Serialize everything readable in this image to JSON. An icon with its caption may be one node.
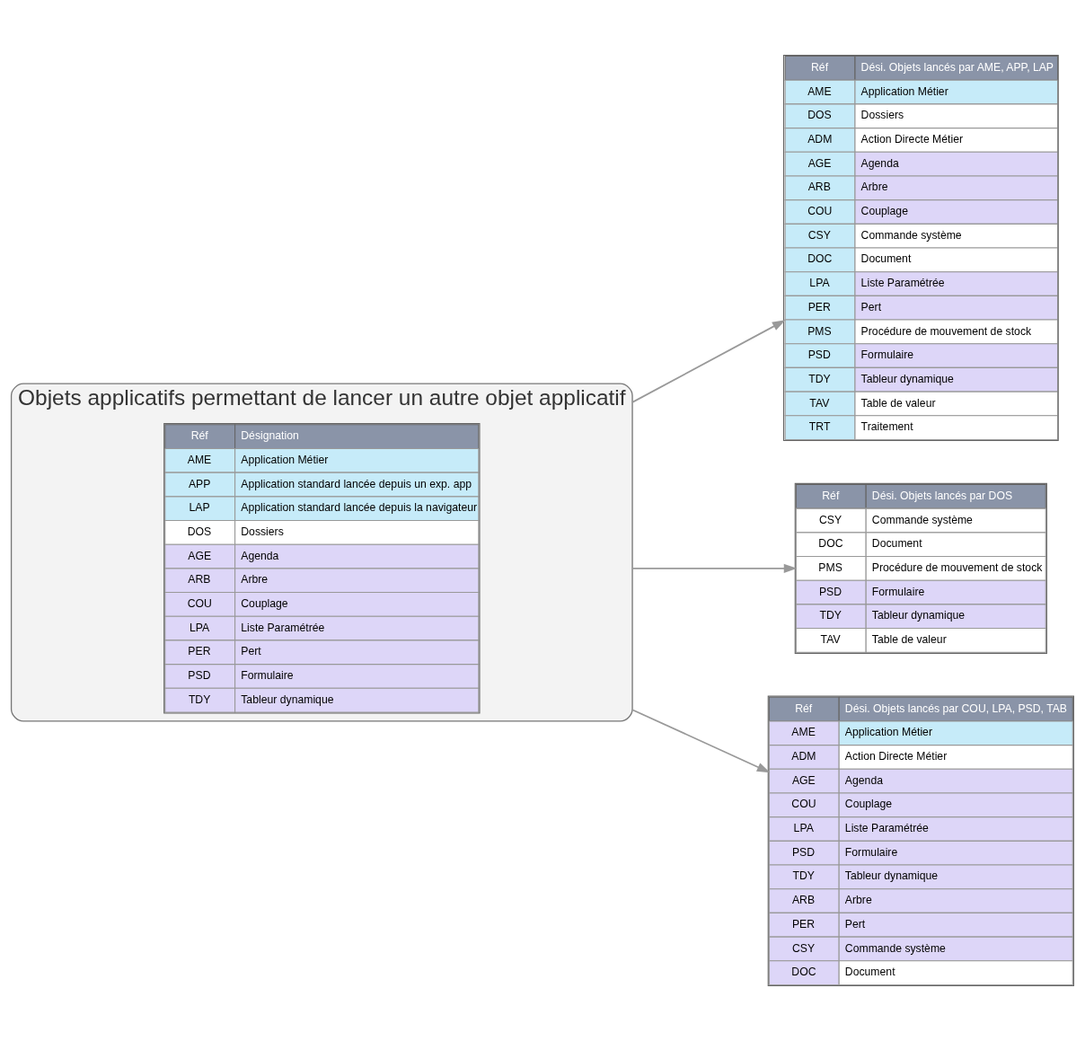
{
  "diagram": {
    "nodes": [
      {
        "text": [
          "Objets applicatifs permettant de lancer un autre objet applicatif"
        ]
      },
      {
        "text": [
          "Réf",
          "Désignation",
          "AME",
          "Application Métier",
          "APP",
          "Application standard lancée depuis un exp. app",
          "LAP",
          "Application standard lancée depuis la navigateur",
          "DOS",
          "Dossiers",
          "AGE",
          "Agenda",
          "ARB",
          "Arbre",
          "COU",
          "Couplage",
          "LPA",
          "Liste Paramétrée",
          "PER",
          "Pert",
          "PSD",
          "Formulaire",
          "TDY",
          "Tableur dynamique"
        ],
        "in": 0
      },
      {
        "text": [
          "Réf",
          "Dési. Objets lancés par AME, APP, LAP",
          "AME",
          "Application Métier",
          "DOS",
          "Dossiers",
          "ADM",
          "Action Directe Métier",
          "AGE",
          "Agenda",
          "ARB",
          "Arbre",
          "COU",
          "Couplage",
          "CSY",
          "Commande système",
          "DOC",
          "Document",
          "LPA",
          "Liste Paramétrée",
          "PER",
          "Pert",
          "PMS",
          "Procédure de mouvement de stock",
          "PSD",
          "Formulaire",
          "TDY",
          "Tableur dynamique",
          "TAV",
          "Table de valeur",
          "TRT",
          "Traitement"
        ]
      },
      {
        "text": [
          "Réf",
          "Dési. Objets lancés par DOS",
          "CSY",
          "Commande système",
          "DOC",
          "Document",
          "PMS",
          "Procédure de mouvement de stock",
          "PSD",
          "Formulaire",
          "TDY",
          "Tableur dynamique",
          "TAV",
          "Table de valeur"
        ]
      },
      {
        "text": [
          "Réf",
          "Dési. Objets lancés par COU, LPA, PSD, TAB",
          "AME",
          "Application Métier",
          "ADM",
          "Action Directe Métier",
          "AGE",
          "Agenda",
          "COU",
          "Couplage",
          "LPA",
          "Liste Paramétrée",
          "PSD",
          "Formulaire",
          "TDY",
          "Tableur dynamique",
          "ARB",
          "Arbre",
          "PER",
          "Pert",
          "CSY",
          "Commande système",
          "DOC",
          "Document"
        ]
      }
    ],
    "edges": [
      {
        "from": 0,
        "to": 2,
        "arrow": "to"
      },
      {
        "from": 0,
        "to": 3,
        "arrow": "to"
      },
      {
        "from": 0,
        "to": 4,
        "arrow": "to"
      }
    ]
  }
}
